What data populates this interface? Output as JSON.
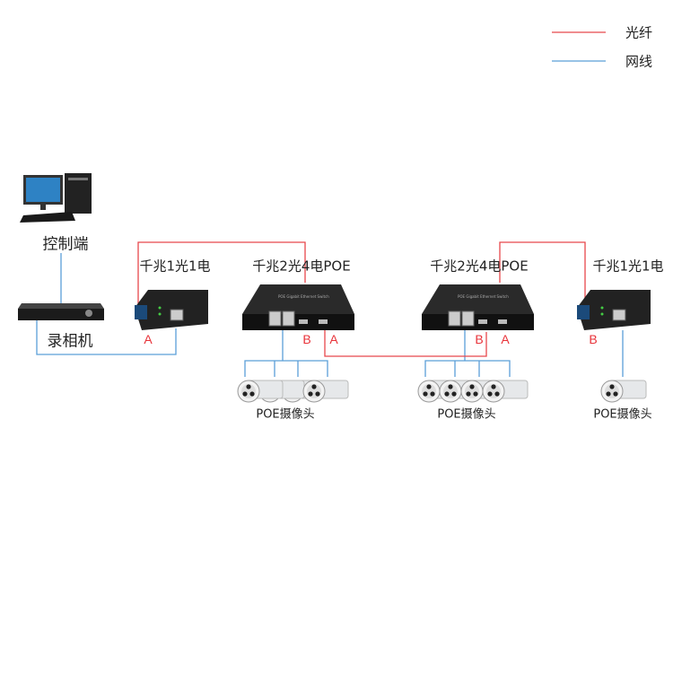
{
  "legend": [
    {
      "label": "光纤",
      "color": "#e8474c"
    },
    {
      "label": "网线",
      "color": "#5a9fd8"
    }
  ],
  "devices": {
    "pc": "控制端",
    "nvr": "录相机",
    "converter_left": "千兆1光1电",
    "switch_left": "千兆2光4电POE",
    "switch_right": "千兆2光4电POE",
    "converter_right": "千兆1光1电"
  },
  "ports": {
    "converter_left": "A",
    "switch_left_b": "B",
    "switch_left_a": "A",
    "switch_right_b": "B",
    "switch_right_a": "A",
    "converter_right": "B"
  },
  "cameras": {
    "left_group": "POE摄像头",
    "middle_group": "POE摄像头",
    "right_single": "POE摄像头"
  }
}
